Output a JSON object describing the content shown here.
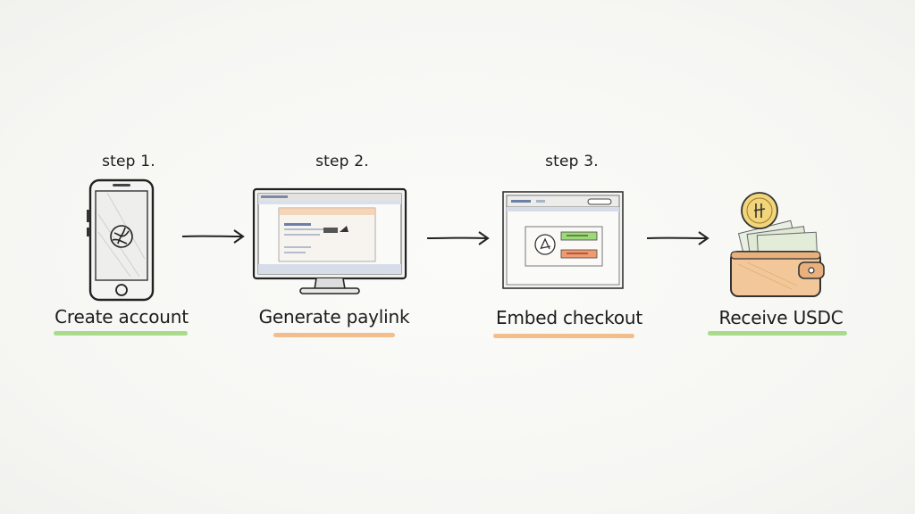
{
  "steps": [
    {
      "step_label": "step 1.",
      "caption": "Create account",
      "accent": "#8fd16a"
    },
    {
      "step_label": "step 2.",
      "caption": "Generate paylink",
      "accent": "#f0a868"
    },
    {
      "step_label": "step 3.",
      "caption": "Embed checkout",
      "accent": "#f0a868"
    },
    {
      "step_label": "",
      "caption": "Receive USDC",
      "accent": "#8fd16a"
    }
  ],
  "icons": [
    "phone-icon",
    "monitor-icon",
    "browser-window-icon",
    "wallet-coin-icon"
  ]
}
